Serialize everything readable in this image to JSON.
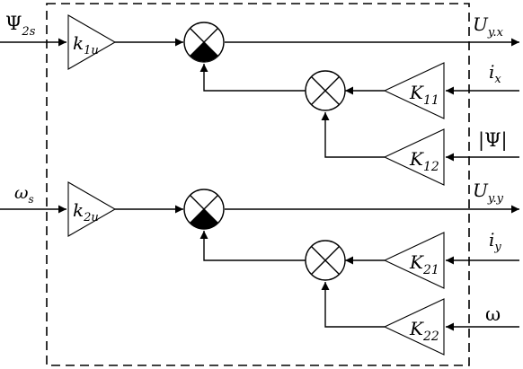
{
  "inputs": {
    "psi_2s": {
      "main": "Ψ",
      "sub": "2s"
    },
    "omega_s": {
      "main": "ω",
      "sub": "s"
    },
    "i_x": {
      "main": "i",
      "sub": "x"
    },
    "psi_abs": {
      "text": "|Ψ|"
    },
    "i_y": {
      "main": "i",
      "sub": "y"
    },
    "omega": {
      "text": "ω"
    }
  },
  "outputs": {
    "u_yx": {
      "main": "U",
      "sub": "y.x"
    },
    "u_yy": {
      "main": "U",
      "sub": "y.y"
    }
  },
  "gains": {
    "k_1u": {
      "main": "k",
      "sub": "1u"
    },
    "k_2u": {
      "main": "k",
      "sub": "2u"
    },
    "K_11": {
      "main": "K",
      "sub": "11"
    },
    "K_12": {
      "main": "K",
      "sub": "12"
    },
    "K_21": {
      "main": "K",
      "sub": "21"
    },
    "K_22": {
      "main": "K",
      "sub": "22"
    }
  }
}
